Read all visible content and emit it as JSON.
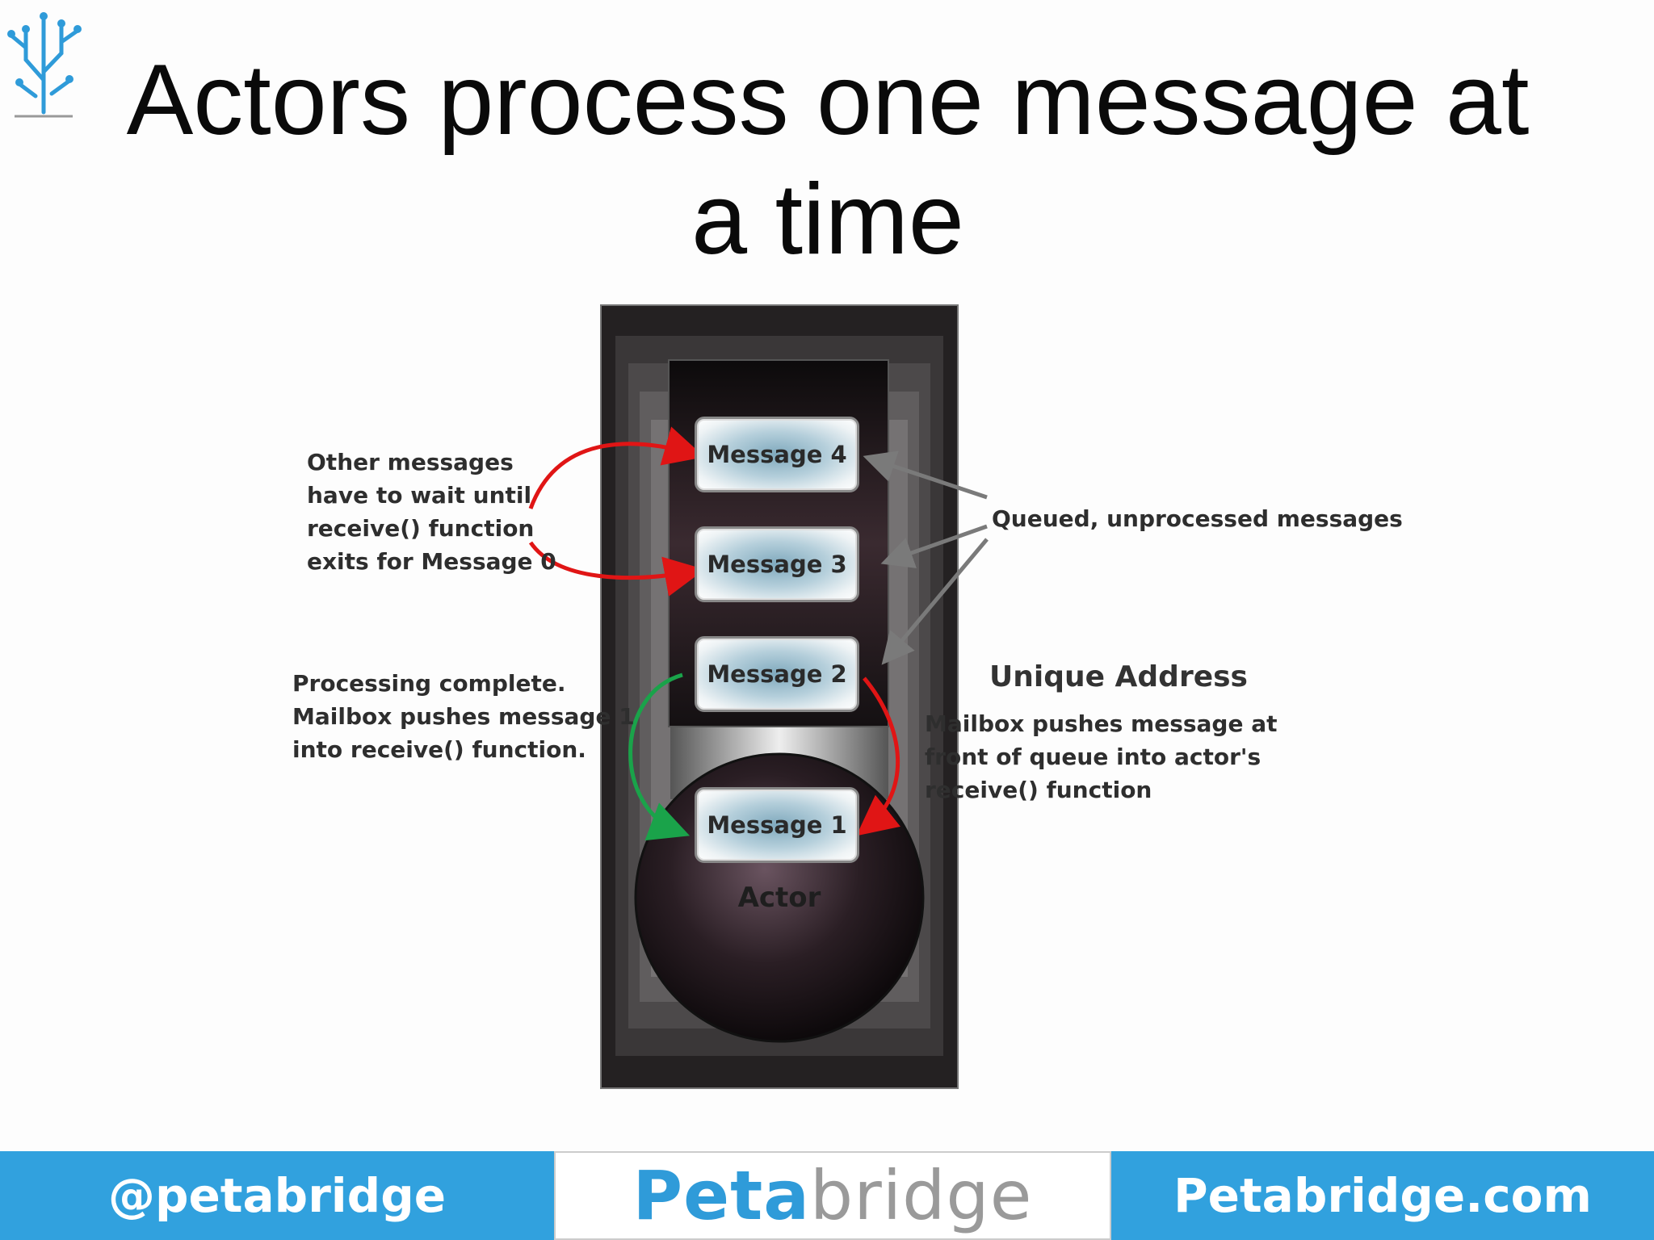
{
  "title": "Actors process one message at a time",
  "notes": {
    "other_messages": "Other messages\nhave to wait until\nreceive() function\nexits for Message 0",
    "processing_complete": "Processing complete.\nMailbox pushes message 1\ninto receive() function.",
    "queued": "Queued, unprocessed messages",
    "unique_address_heading": "Unique Address",
    "mailbox_pushes": "Mailbox pushes message at\nfront of queue into actor's\nreceive() function"
  },
  "messages": [
    "Message 4",
    "Message 3",
    "Message 2",
    "Message 1"
  ],
  "actor_label": "Actor",
  "footer": {
    "twitter": "@petabridge",
    "brand_peta": "Peta",
    "brand_bridge": "bridge",
    "website": "Petabridge.com"
  },
  "colors": {
    "footer_blue": "#31a1de",
    "arrow_red": "#e01515",
    "arrow_green": "#1aa34a",
    "arrow_gray": "#7a7a7a"
  }
}
